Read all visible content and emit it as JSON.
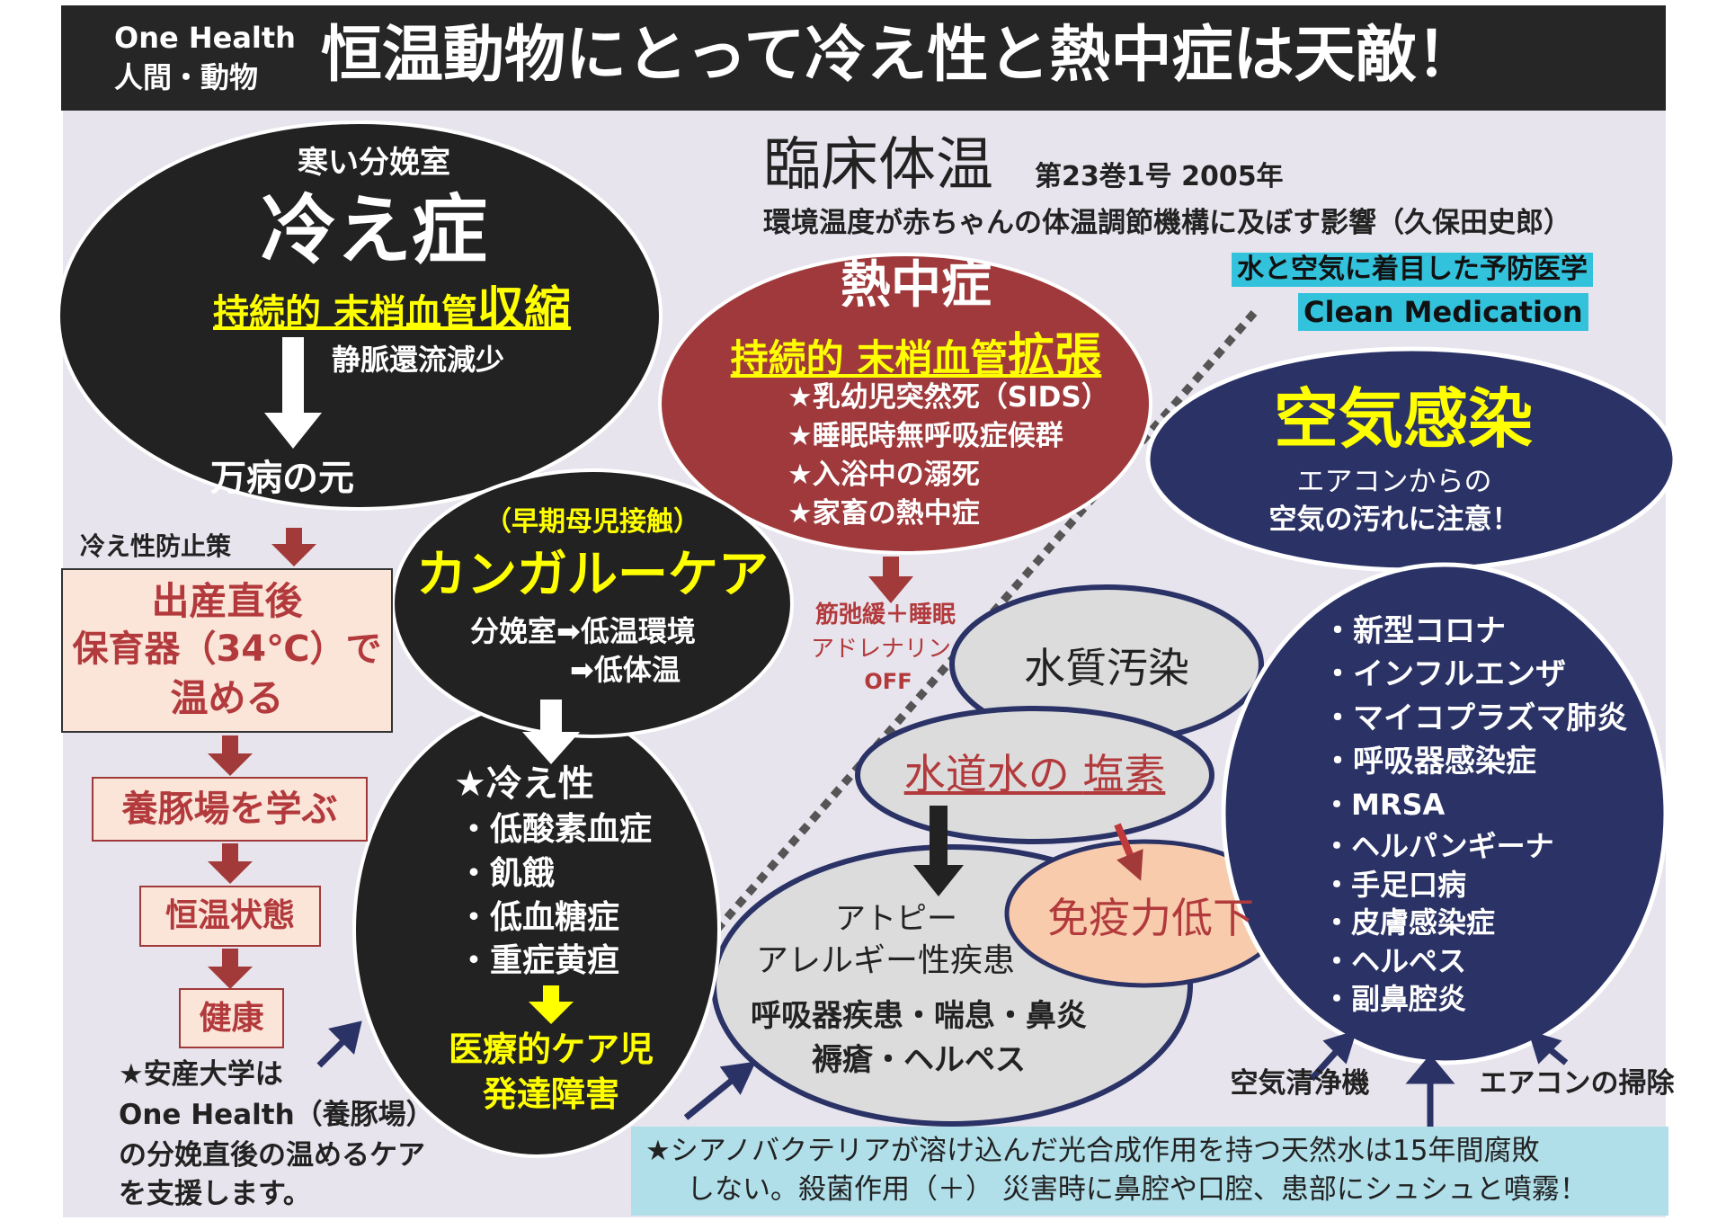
{
  "header": {
    "tag_line1": "One Health",
    "tag_line2": "人間・動物",
    "title": "恒温動物にとって冷え性と熱中症は天敵！"
  },
  "journal": {
    "name": "臨床体温",
    "issue": "第23巻1号 2005年",
    "article": "環境温度が赤ちゃんの体温調節機構に及ぼす影響（久保田史郎）"
  },
  "labels": {
    "prevention": "水と空気に着目した予防医学",
    "clean": "Clean Medication"
  },
  "cold": {
    "sub": "寒い分娩室",
    "title": "冷え症",
    "mech_prefix": "持続的 末梢血管",
    "mech_key": "収縮",
    "venous": "静脈還流減少",
    "root": "万病の元"
  },
  "prevent": {
    "label": "冷え性防止策",
    "box1": [
      "出産直後",
      "保育器（34℃）で",
      "温める"
    ],
    "box2": "養豚場を学ぶ",
    "box3": "恒温状態",
    "box4": "健康",
    "note": [
      "★安産大学は",
      "One Health（養豚場）",
      "の分娩直後の温めるケア",
      "を支援します。"
    ]
  },
  "kangaroo": {
    "sub": "（早期母児接触）",
    "title": "カンガルーケア",
    "line1": "分娩室➡低温環境",
    "line2": "➡低体温"
  },
  "chill": {
    "title": "★冷え性",
    "items": [
      "・低酸素血症",
      "・飢餓",
      "・低血糖症",
      "・重症黄疸"
    ],
    "result1": "医療的ケア児",
    "result2": "発達障害"
  },
  "heat": {
    "title": "熱中症",
    "mech_prefix": "持続的 末梢血管",
    "mech_key": "拡張",
    "items": [
      "★乳幼児突然死（SIDS）",
      "★睡眠時無呼吸症候群",
      "★入浴中の溺死",
      "★家畜の熱中症"
    ],
    "effect": [
      "筋弛緩＋睡眠",
      "アドレナリン",
      "OFF"
    ]
  },
  "air": {
    "title": "空気感染",
    "line1": "エアコンからの",
    "line2": "空気の汚れに注意！",
    "items": [
      "・新型コロナ",
      "・インフルエンザ",
      "・マイコプラズマ肺炎",
      "・呼吸器感染症",
      "・MRSA",
      "・ヘルパンギーナ",
      "・手足口病",
      "・皮膚感染症",
      "・ヘルペス",
      "・副鼻腔炎"
    ],
    "purifier": "空気清浄機",
    "ac_clean": "エアコンの掃除"
  },
  "water": {
    "title": "水質汚染",
    "chlorine_prefix": "水道水の ",
    "chlorine": "塩素",
    "immunity": "免疫力低下",
    "diseases": [
      "アトピー",
      "アレルギー性疾患",
      "呼吸器疾患・喘息・鼻炎",
      "褥瘡・ヘルペス"
    ]
  },
  "footer": {
    "line1": "★シアノバクテリアが溶け込んだ光合成作用を持つ天然水は15年間腐敗",
    "line2": "しない。殺菌作用（＋） 災害時に鼻腔や口腔、患部にシュシュと噴霧！"
  },
  "colors": {
    "red": "#a0393b",
    "navy": "#2a3266",
    "black": "#222222",
    "cyan": "#33c2dc",
    "footer_bg": "#b0dfe9"
  }
}
